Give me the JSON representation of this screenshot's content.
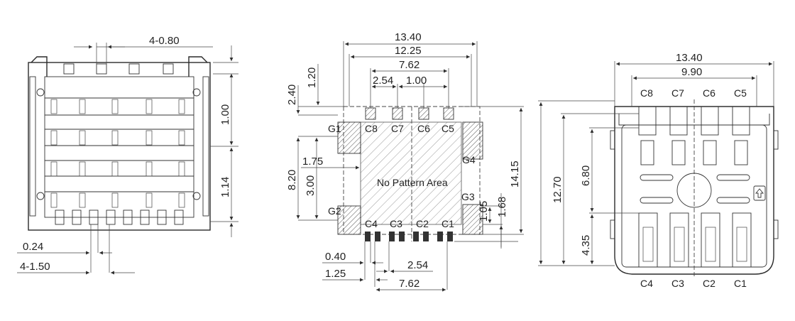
{
  "views": {
    "side": {
      "dims": {
        "top_pitch": "4-0.80",
        "h1": "1.00",
        "h2": "1.14",
        "lead_w": "0.24",
        "pitch": "4-1.50"
      }
    },
    "footprint": {
      "dims": {
        "w_outer": "13.40",
        "w_mid": "12.25",
        "w_pins": "7.62",
        "d_2_54_top": "2.54",
        "d_1_00": "1.00",
        "d_1_20": "1.20",
        "d_2_40": "2.40",
        "d_8_20": "8.20",
        "d_3_00": "3.00",
        "d_1_75": "1.75",
        "d_1_05": "1.05",
        "d_1_68": "1.68",
        "d_14_15": "14.15",
        "d_0_40": "0.40",
        "d_1_25": "1.25",
        "d_2_54_bot": "2.54",
        "d_7_62_bot": "7.62"
      },
      "pins_top": [
        "C8",
        "C7",
        "C6",
        "C5"
      ],
      "pins_bottom": [
        "C4",
        "C3",
        "C2",
        "C1"
      ],
      "grounds": [
        "G1",
        "G2",
        "G3",
        "G4"
      ],
      "center_label": "No Pattern Area"
    },
    "top": {
      "dims": {
        "w_outer": "13.40",
        "w_inner": "9.90",
        "h_total": "12.70",
        "h_6_80": "6.80",
        "h_4_35": "4.35"
      },
      "pins_top": [
        "C8",
        "C7",
        "C6",
        "C5"
      ],
      "pins_bottom": [
        "C4",
        "C3",
        "C2",
        "C1"
      ]
    }
  }
}
